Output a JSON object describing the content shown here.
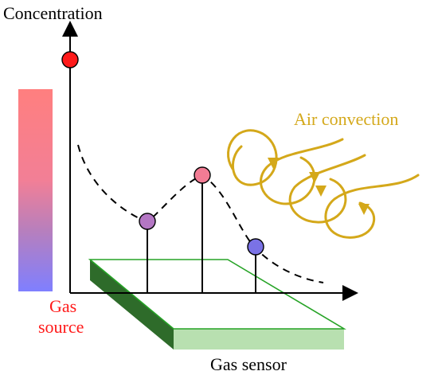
{
  "labels": {
    "y_axis": "Concentration",
    "air": "Air convection",
    "source_line1": "Gas",
    "source_line2": "source",
    "sensor": "Gas sensor"
  },
  "colors": {
    "source_top": "#ff7f7f",
    "source_bottom": "#7f7fff",
    "source_text": "#ff1a1a",
    "air": "#d4a81a",
    "sensor_top_edge": "#26a326",
    "sensor_dark": "#2e6b2a",
    "sensor_front": "#b8e0b0",
    "point_red": "#ff1a1a",
    "point_mid": "#b477c4",
    "point_pink": "#f27c94",
    "point_blue": "#7a72e6"
  }
}
